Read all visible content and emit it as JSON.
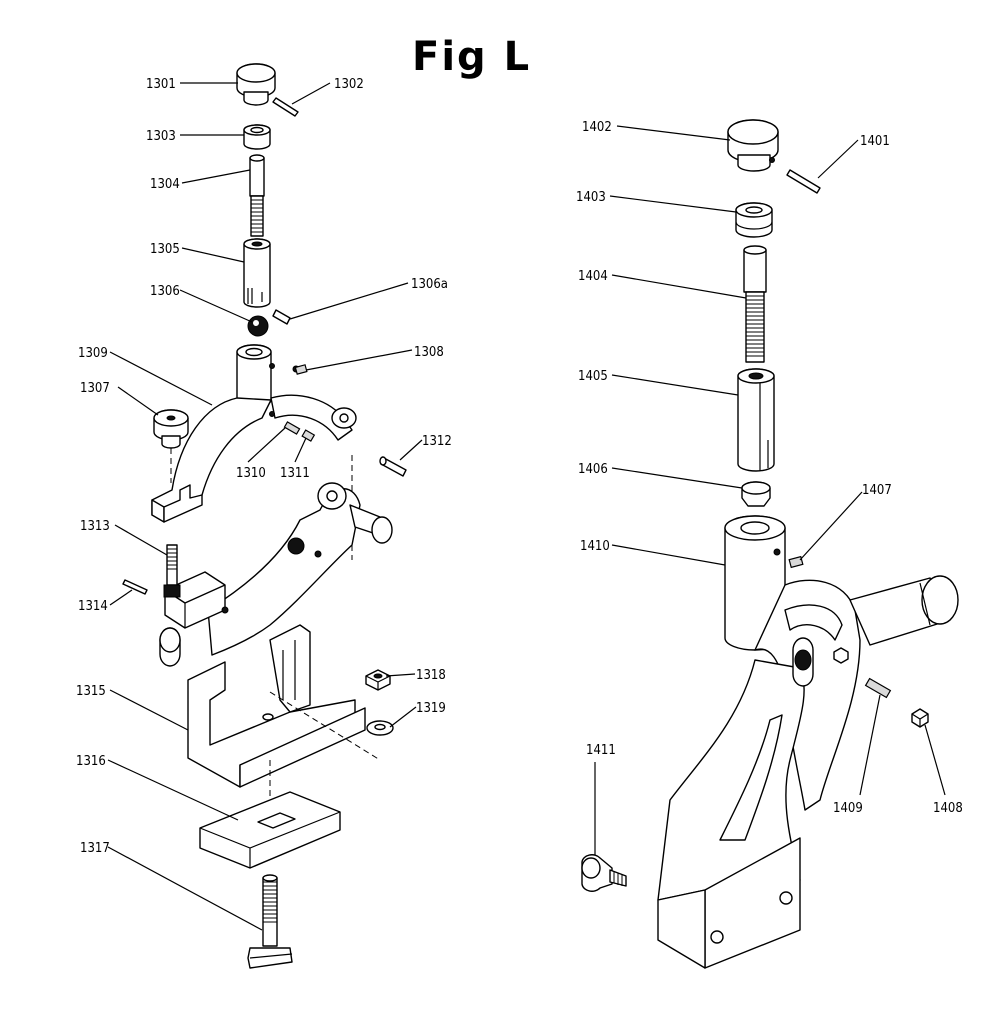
{
  "title": "Fig L",
  "callouts_left": [
    "1301",
    "1302",
    "1303",
    "1304",
    "1305",
    "1306",
    "1306a",
    "1307",
    "1308",
    "1309",
    "1310",
    "1311",
    "1312",
    "1313",
    "1314",
    "1315",
    "1316",
    "1317",
    "1318",
    "1319"
  ],
  "callouts_right": [
    "1401",
    "1402",
    "1403",
    "1404",
    "1405",
    "1406",
    "1407",
    "1408",
    "1409",
    "1410",
    "1411"
  ],
  "icons": [
    "knob",
    "pin",
    "bushing",
    "screw",
    "sleeve",
    "ball",
    "set-screw",
    "rest-arm",
    "clamp",
    "base",
    "nut",
    "washer",
    "t-bolt"
  ]
}
